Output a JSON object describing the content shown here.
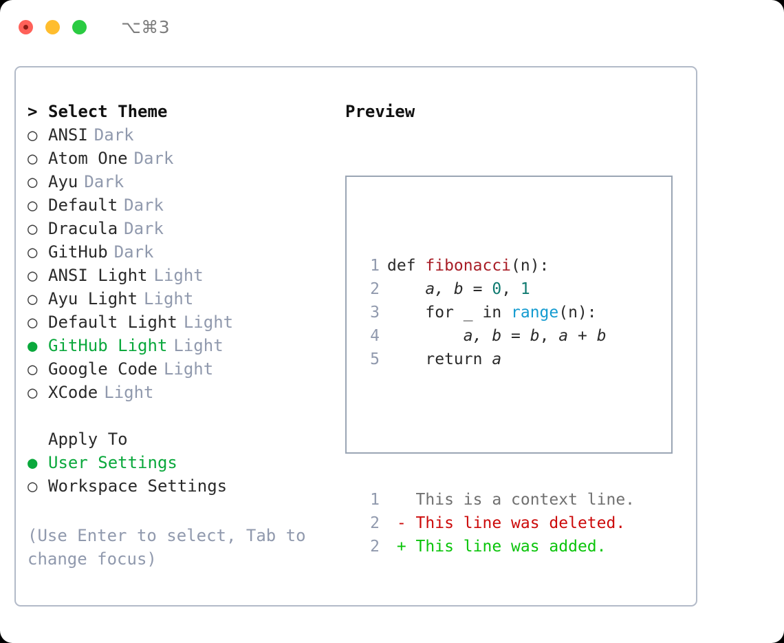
{
  "titlebar": {
    "shortcut": "⌥⌘3",
    "lights": [
      {
        "name": "close",
        "color": "#ff6159"
      },
      {
        "name": "minimize",
        "color": "#ffbd2e"
      },
      {
        "name": "zoom",
        "color": "#2acb42"
      }
    ]
  },
  "theme_list": {
    "caret": ">",
    "heading": "Select Theme",
    "bullet_selected": "●",
    "bullet_unselected": "○",
    "items": [
      {
        "name": "ANSI",
        "tag": "Dark",
        "selected": false
      },
      {
        "name": "Atom One",
        "tag": "Dark",
        "selected": false
      },
      {
        "name": "Ayu",
        "tag": "Dark",
        "selected": false
      },
      {
        "name": "Default",
        "tag": "Dark",
        "selected": false
      },
      {
        "name": "Dracula",
        "tag": "Dark",
        "selected": false
      },
      {
        "name": "GitHub",
        "tag": "Dark",
        "selected": false
      },
      {
        "name": "ANSI Light",
        "tag": "Light",
        "selected": false
      },
      {
        "name": "Ayu Light",
        "tag": "Light",
        "selected": false
      },
      {
        "name": "Default Light",
        "tag": "Light",
        "selected": false
      },
      {
        "name": "GitHub Light",
        "tag": "Light",
        "selected": true
      },
      {
        "name": "Google Code",
        "tag": "Light",
        "selected": false
      },
      {
        "name": "XCode",
        "tag": "Light",
        "selected": false
      }
    ]
  },
  "apply_to": {
    "heading": "Apply To",
    "options": [
      {
        "name": "User Settings",
        "selected": true
      },
      {
        "name": "Workspace Settings",
        "selected": false
      }
    ]
  },
  "help_text": "(Use Enter to select, Tab to change focus)",
  "preview": {
    "title": "Preview",
    "code_lines": [
      {
        "num": "1",
        "segments": [
          {
            "text": "def ",
            "style": "plain"
          },
          {
            "text": "fibonacci",
            "style": "fn"
          },
          {
            "text": "(n):",
            "style": "plain"
          }
        ]
      },
      {
        "num": "2",
        "segments": [
          {
            "text": "    ",
            "style": "plain"
          },
          {
            "text": "a, b",
            "style": "var"
          },
          {
            "text": " = ",
            "style": "plain"
          },
          {
            "text": "0",
            "style": "num"
          },
          {
            "text": ", ",
            "style": "plain"
          },
          {
            "text": "1",
            "style": "num"
          }
        ]
      },
      {
        "num": "3",
        "segments": [
          {
            "text": "    for _ in ",
            "style": "plain"
          },
          {
            "text": "range",
            "style": "call"
          },
          {
            "text": "(n):",
            "style": "plain"
          }
        ]
      },
      {
        "num": "4",
        "segments": [
          {
            "text": "        ",
            "style": "plain"
          },
          {
            "text": "a, b",
            "style": "var"
          },
          {
            "text": " = ",
            "style": "plain"
          },
          {
            "text": "b",
            "style": "var"
          },
          {
            "text": ", ",
            "style": "plain"
          },
          {
            "text": "a",
            "style": "var"
          },
          {
            "text": " + ",
            "style": "plain"
          },
          {
            "text": "b",
            "style": "var"
          }
        ]
      },
      {
        "num": "5",
        "segments": [
          {
            "text": "    return ",
            "style": "plain"
          },
          {
            "text": "a",
            "style": "var"
          }
        ]
      }
    ],
    "diff_lines": [
      {
        "num": "1",
        "sign": " ",
        "text": "This is a context line.",
        "kind": "context"
      },
      {
        "num": "2",
        "sign": "-",
        "text": "This line was deleted.",
        "kind": "deleted"
      },
      {
        "num": "2",
        "sign": "+",
        "text": "This line was added.",
        "kind": "added"
      }
    ]
  },
  "colors": {
    "accent_green": "#0aa83c",
    "muted": "#9099ad",
    "text": "#2a2a2a",
    "border": "#b2bac8",
    "preview_border": "#9aa5b4",
    "syntax_function": "#a81d26",
    "syntax_number": "#0f7a70",
    "syntax_call": "#139bd0",
    "diff_deleted": "#cc0a0a",
    "diff_added": "#0ac40a",
    "diff_context": "#707070"
  }
}
